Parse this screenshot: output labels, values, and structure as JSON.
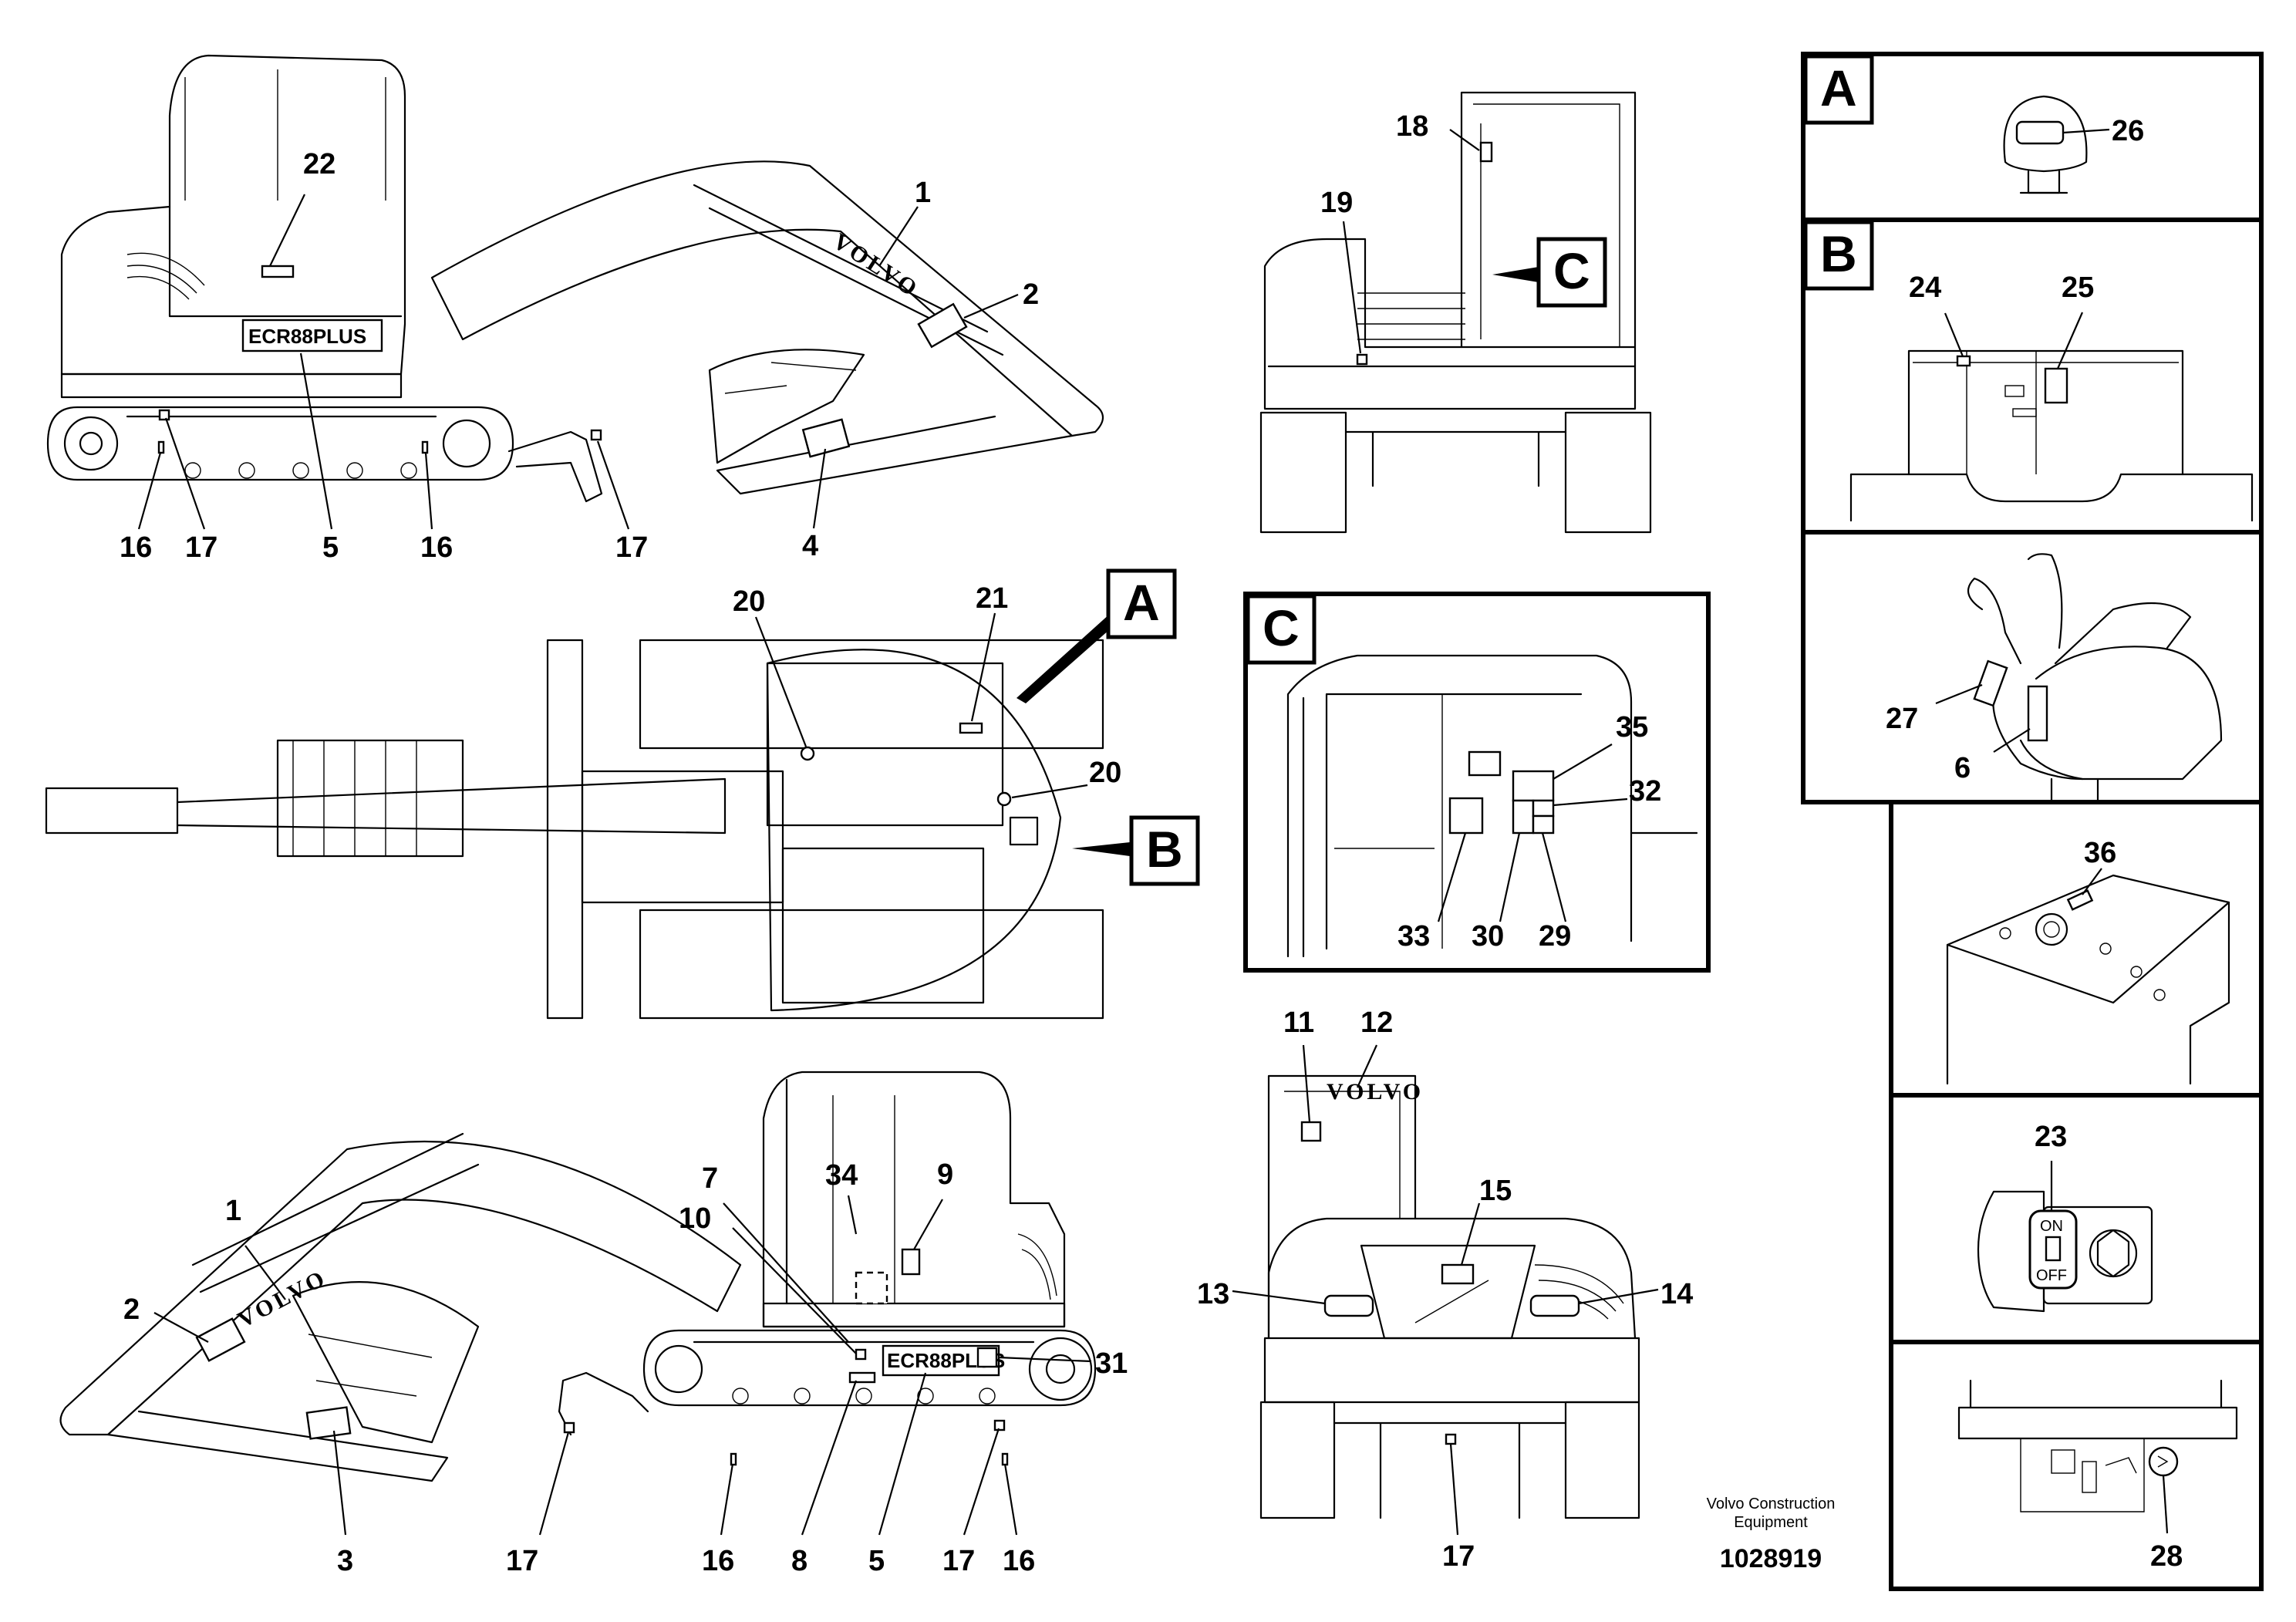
{
  "diagram": {
    "brand_text": "VOLVO",
    "model_text": "ECR88PLUS",
    "footer": {
      "company_line1": "Volvo Construction",
      "company_line2": "Equipment",
      "document_number": "1028919"
    },
    "detail_boxes": {
      "a": "A",
      "b": "B",
      "c": "C"
    },
    "switch_on": "ON",
    "switch_off": "OFF",
    "callouts": {
      "c1": "1",
      "c2": "2",
      "c3": "3",
      "c4": "4",
      "c5": "5",
      "c6": "6",
      "c7": "7",
      "c8": "8",
      "c9": "9",
      "c10": "10",
      "c11": "11",
      "c12": "12",
      "c13": "13",
      "c14": "14",
      "c15": "15",
      "c16": "16",
      "c17": "17",
      "c18": "18",
      "c19": "19",
      "c20": "20",
      "c21": "21",
      "c22": "22",
      "c23": "23",
      "c24": "24",
      "c25": "25",
      "c26": "26",
      "c27": "27",
      "c28": "28",
      "c29": "29",
      "c30": "30",
      "c31": "31",
      "c32": "32",
      "c33": "33",
      "c34": "34",
      "c35": "35",
      "c36": "36"
    }
  }
}
